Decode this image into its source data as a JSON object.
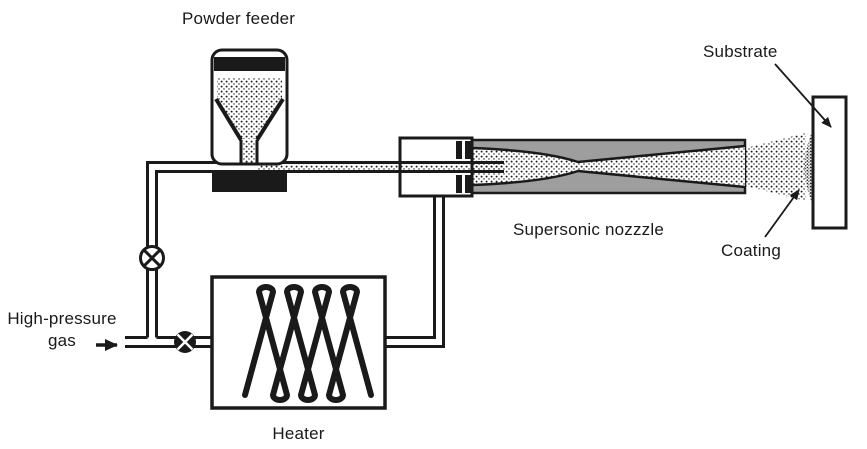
{
  "colors": {
    "ink": "#1a1a1a",
    "nozzle_gray": "#9e9e9e",
    "paper": "#ffffff"
  },
  "labels": {
    "powder_feeder": "Powder feeder",
    "substrate": "Substrate",
    "supersonic_nozzle": "Supersonic nozzzle",
    "coating": "Coating",
    "high_pressure_gas_line1": "High-pressure",
    "high_pressure_gas_line2": "gas",
    "heater": "Heater"
  },
  "icons": {
    "valve_open": "circle-x-valve-icon",
    "valve_closed": "filled-circle-x-valve-icon",
    "flow_arrow": "right-arrow-icon"
  }
}
